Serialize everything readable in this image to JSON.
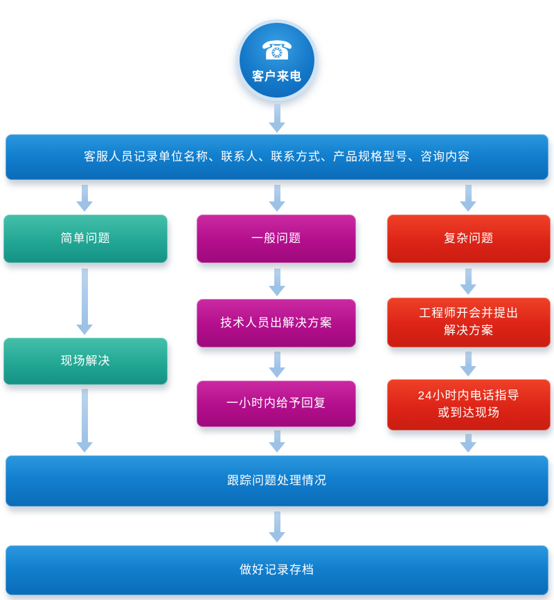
{
  "flow": {
    "start_label": "客户来电",
    "start_icon": "phone-icon",
    "record_label": "客服人员记录单位名称、联系人、联系方式、产品规格型号、咨询内容",
    "simple": {
      "question": "简单问题",
      "step1": "现场解决"
    },
    "general": {
      "question": "一般问题",
      "step1": "技术人员出解决方案",
      "step2": "一小时内给予回复"
    },
    "complex": {
      "question": "复杂问题",
      "step1": "工程师开会并提出\n解决方案",
      "step2": "24小时内电话指导\n或到达现场"
    },
    "track_label": "跟踪问题处理情况",
    "archive_label": "做好记录存档"
  },
  "colors": {
    "blue": "#1280cf",
    "teal": "#23a795",
    "magenta": "#b30e8c",
    "red": "#dd2417",
    "arrow": "#9dc2e6"
  }
}
